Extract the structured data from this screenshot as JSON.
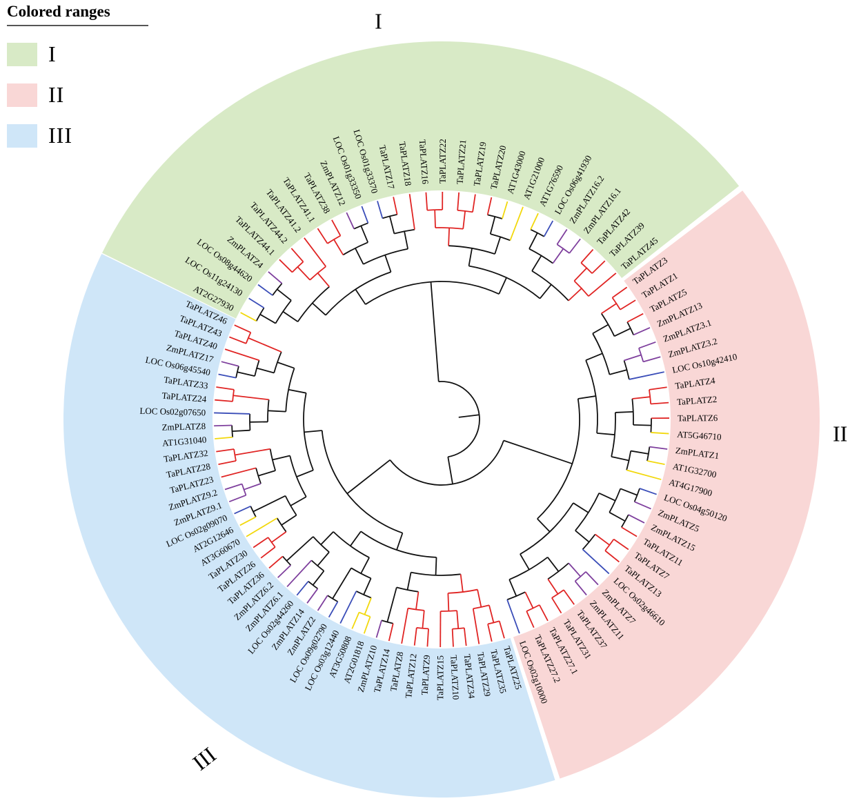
{
  "legend": {
    "title": "Colored ranges",
    "items": [
      {
        "label": "I",
        "color": "#d8eac6"
      },
      {
        "label": "II",
        "color": "#f9d7d6"
      },
      {
        "label": "III",
        "color": "#cfe6f8"
      }
    ]
  },
  "chart_data": {
    "type": "circular-phylogenetic-tree",
    "branch_colors": {
      "TaPLATZ": "#e02423",
      "ZmPLATZ": "#7e3f9d",
      "LOC Os": "#3a4db8",
      "AT": "#f2d80c",
      "internal": "#111111"
    },
    "groups": [
      {
        "name": "I",
        "ring_color": "#d8eac6",
        "start_angle": -62,
        "end_angle": 50,
        "label_angle": -9,
        "label_radius": 585,
        "label_rotation": 0,
        "leaves": [
          "AT2G27930",
          "LOC Os11g24130",
          "LOC Os08g44620",
          "ZmPLATZ4",
          "TaPLATZ44.1",
          "TaPLATZ44.2",
          "TaPLATZ41.2",
          "TaPLATZ41.1",
          "TaPLATZ38",
          "ZmPLATZ12",
          "LOC Os01g33350",
          "LOC Os01g33370",
          "TaPLATZ17",
          "TaPLATZ18",
          "TaPLATZ16",
          "TaPLATZ22",
          "TaPLATZ21",
          "TaPLATZ19",
          "TaPLATZ20",
          "AT1G43000",
          "AT1G21000",
          "AT1G76590",
          "LOC Os06g41930",
          "ZmPLATZ16.2",
          "ZmPLATZ16.1",
          "TaPLATZ42",
          "TaPLATZ39",
          "TaPLATZ45"
        ]
      },
      {
        "name": "II",
        "ring_color": "#f9d7d6",
        "start_angle": 54.5,
        "end_angle": 160,
        "label_angle": 92,
        "label_radius": 578,
        "label_rotation": 0,
        "leaves": [
          "TaPLATZ3",
          "TaPLATZ1",
          "TaPLATZ5",
          "ZmPLATZ13",
          "ZmPLATZ3.1",
          "ZmPLATZ3.2",
          "LOC Os10g42410",
          "TaPLATZ4",
          "TaPLATZ2",
          "TaPLATZ6",
          "AT5G46710",
          "ZmPLATZ1",
          "AT1G32700",
          "AT4G17900",
          "LOC Os04g50120",
          "ZmPLATZ5",
          "ZmPLATZ15",
          "TaPLATZ11",
          "TaPLATZ7",
          "TaPLATZ13",
          "LOC Os02g46610",
          "ZmPLATZ7",
          "ZmPLATZ11",
          "TaPLATZ37",
          "TaPLATZ31",
          "TaPLATZ27.1",
          "TaPLATZ27.2",
          "LOC Os02g10000"
        ]
      },
      {
        "name": "III",
        "ring_color": "#cfe6f8",
        "start_angle": 164,
        "end_angle": 294.5,
        "label_angle": 215,
        "label_radius": 600,
        "label_rotation": -38,
        "leaves": [
          "TaPLATZ25",
          "TaPLATZ35",
          "TaPLATZ29",
          "TaPLATZ34",
          "TaPLATZ10",
          "TaPLATZ15",
          "TaPLATZ9",
          "TaPLATZ12",
          "TaPLATZ8",
          "TaPLATZ14",
          "ZmPLATZ10",
          "AT2G01818",
          "AT3G50808",
          "LOC Os03g12440",
          "LOC Os09g02790",
          "ZmPLATZ2",
          "ZmPLATZ14",
          "LOC Os02g44260",
          "ZmPLATZ6.1",
          "ZmPLATZ6.2",
          "TaPLATZ36",
          "TaPLATZ26",
          "TaPLATZ30",
          "AT3G60670",
          "AT2G12646",
          "LOC Os02g09070",
          "ZmPLATZ9.1",
          "ZmPLATZ9.2",
          "TaPLATZ23",
          "TaPLATZ28",
          "TaPLATZ32",
          "AT1G31040",
          "ZmPLATZ8",
          "LOC Os02g07650",
          "TaPLATZ24",
          "TaPLATZ33",
          "LOC Os06g45540",
          "ZmPLATZ17",
          "TaPLATZ40",
          "TaPLATZ43",
          "TaPLATZ46"
        ]
      }
    ]
  }
}
